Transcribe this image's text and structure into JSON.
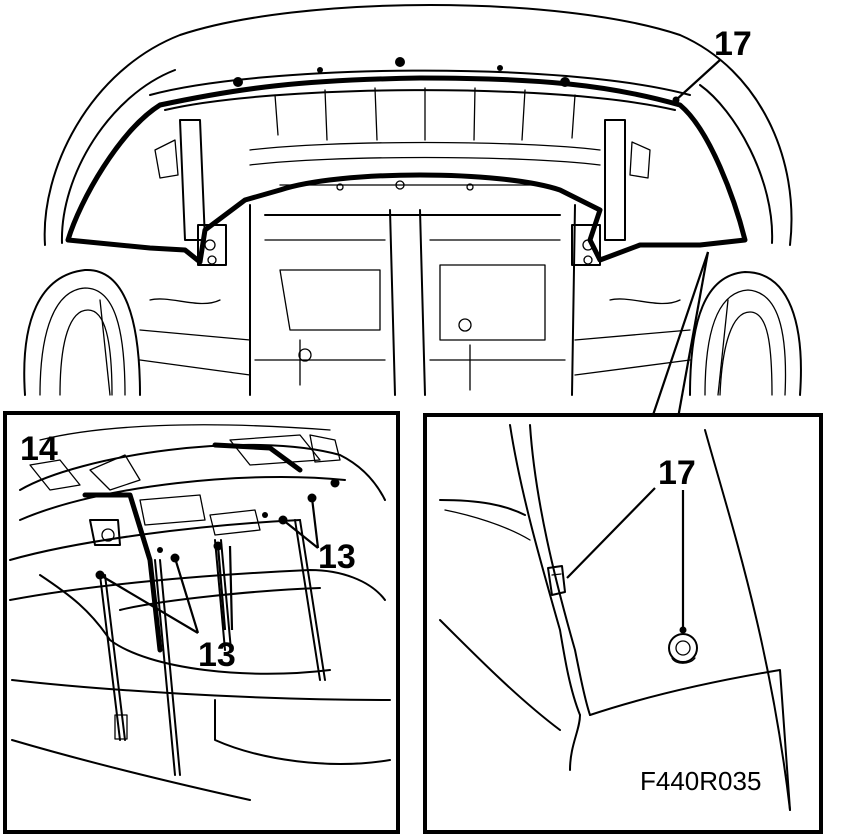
{
  "figure_code": "F440R035",
  "callouts": {
    "bumper": "17",
    "detail_clip": "17",
    "harness": "14",
    "screws_right": "13",
    "screws_bottom": "13"
  },
  "colors": {
    "ink": "#000000",
    "paper": "#ffffff"
  }
}
